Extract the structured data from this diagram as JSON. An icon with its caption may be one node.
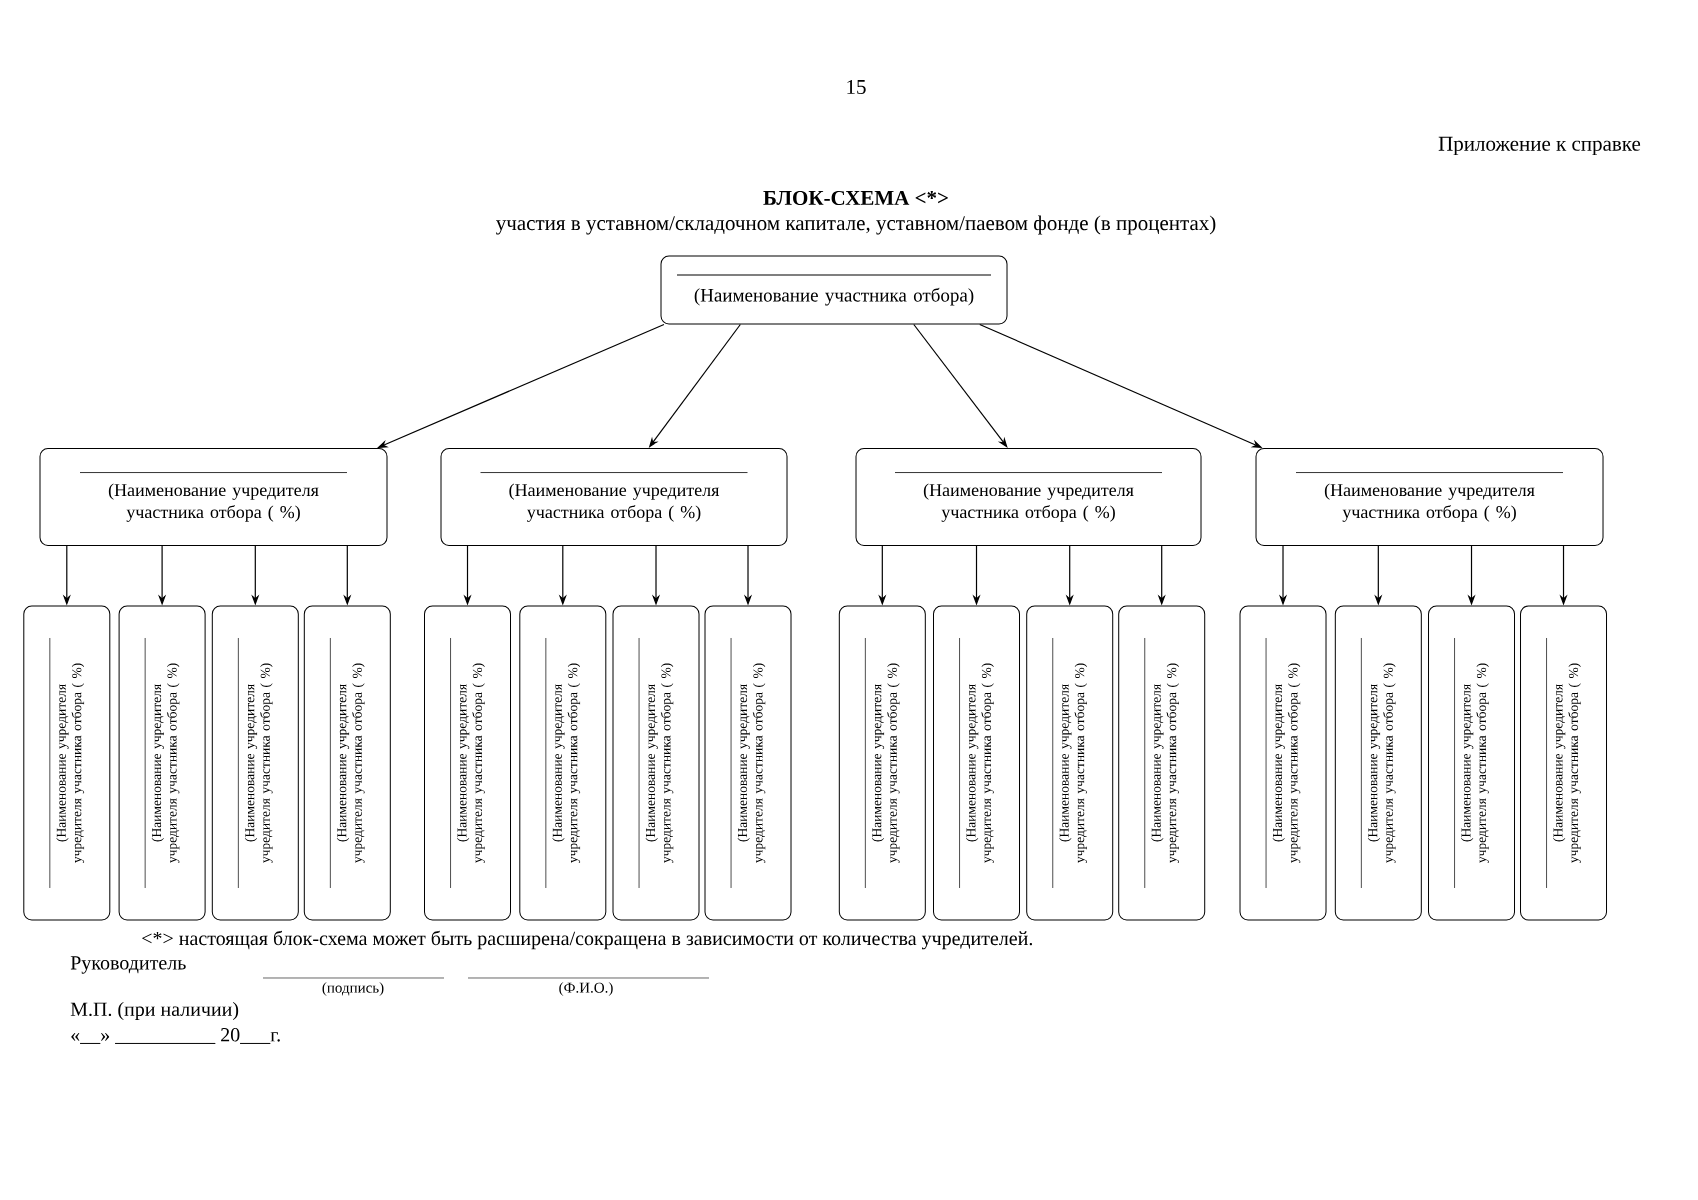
{
  "diagram": {
    "title": "БЛОК-СХЕМА <*>",
    "nodes": [
      {
        "text": [
          "(Наименование участника отбора)"
        ]
      },
      {
        "text": [
          "(Наименование учредителя участника отбора ( %)"
        ]
      },
      {
        "text": [
          "(Наименование учредителя участника отбора ( %)"
        ]
      },
      {
        "text": [
          "(Наименование учредителя участника отбора ( %)"
        ]
      },
      {
        "text": [
          "(Наименование учредителя участника отбора ( %)"
        ]
      },
      {
        "text": [
          "(Наименование учредителя учредителя участника отбора ( %)"
        ]
      },
      {
        "text": [
          "(Наименование учредителя учредителя участника отбора ( %)"
        ]
      },
      {
        "text": [
          "(Наименование учредителя учредителя участника отбора ( %)"
        ]
      },
      {
        "text": [
          "(Наименование учредителя учредителя участника отбора ( %)"
        ]
      },
      {
        "text": [
          "(Наименование учредителя учредителя участника отбора ( %)"
        ]
      },
      {
        "text": [
          "(Наименование учредителя учредителя участника отбора ( %)"
        ]
      },
      {
        "text": [
          "(Наименование учредителя учредителя участника отбора ( %)"
        ]
      },
      {
        "text": [
          "(Наименование учредителя учредителя участника отбора ( %)"
        ]
      },
      {
        "text": [
          "(Наименование учредителя учредителя участника отбора ( %)"
        ]
      },
      {
        "text": [
          "(Наименование учредителя учредителя участника отбора ( %)"
        ]
      },
      {
        "text": [
          "(Наименование учредителя учредителя участника отбора ( %)"
        ]
      },
      {
        "text": [
          "(Наименование учредителя учредителя участника отбора ( %)"
        ]
      },
      {
        "text": [
          "(Наименование учредителя учредителя участника отбора ( %)"
        ]
      },
      {
        "text": [
          "(Наименование учредителя учредителя участника отбора ( %)"
        ]
      },
      {
        "text": [
          "(Наименование учредителя учредителя участника отбора ( %)"
        ]
      },
      {
        "text": [
          "(Наименование учредителя учредителя участника отбора ( %)"
        ]
      }
    ],
    "edges": [
      {
        "from": 0,
        "to": 1,
        "arrow": "to"
      },
      {
        "from": 0,
        "to": 2,
        "arrow": "to"
      },
      {
        "from": 0,
        "to": 3,
        "arrow": "to"
      },
      {
        "from": 0,
        "to": 4,
        "arrow": "to"
      },
      {
        "from": 1,
        "to": 5,
        "arrow": "to"
      },
      {
        "from": 1,
        "to": 6,
        "arrow": "to"
      },
      {
        "from": 1,
        "to": 7,
        "arrow": "to"
      },
      {
        "from": 1,
        "to": 8,
        "arrow": "to"
      },
      {
        "from": 2,
        "to": 9,
        "arrow": "to"
      },
      {
        "from": 2,
        "to": 10,
        "arrow": "to"
      },
      {
        "from": 2,
        "to": 11,
        "arrow": "to"
      },
      {
        "from": 2,
        "to": 12,
        "arrow": "to"
      },
      {
        "from": 3,
        "to": 13,
        "arrow": "to"
      },
      {
        "from": 3,
        "to": 14,
        "arrow": "to"
      },
      {
        "from": 3,
        "to": 15,
        "arrow": "to"
      },
      {
        "from": 3,
        "to": 16,
        "arrow": "to"
      },
      {
        "from": 4,
        "to": 17,
        "arrow": "to"
      },
      {
        "from": 4,
        "to": 18,
        "arrow": "to"
      },
      {
        "from": 4,
        "to": 19,
        "arrow": "to"
      },
      {
        "from": 4,
        "to": 20,
        "arrow": "to"
      }
    ],
    "labels": [
      "15",
      "Приложение к справке",
      "участия в уставном/складочном капитале, уставном/паевом фонде (в процентах)",
      "<*> настоящая блок-схема может быть расширена/сокращена в зависимости от количества учредителей.",
      "Руководитель",
      "(подпись)",
      "(Ф.И.О.)",
      "М.П. (при наличии)",
      "«__» __________ 20___г."
    ]
  }
}
